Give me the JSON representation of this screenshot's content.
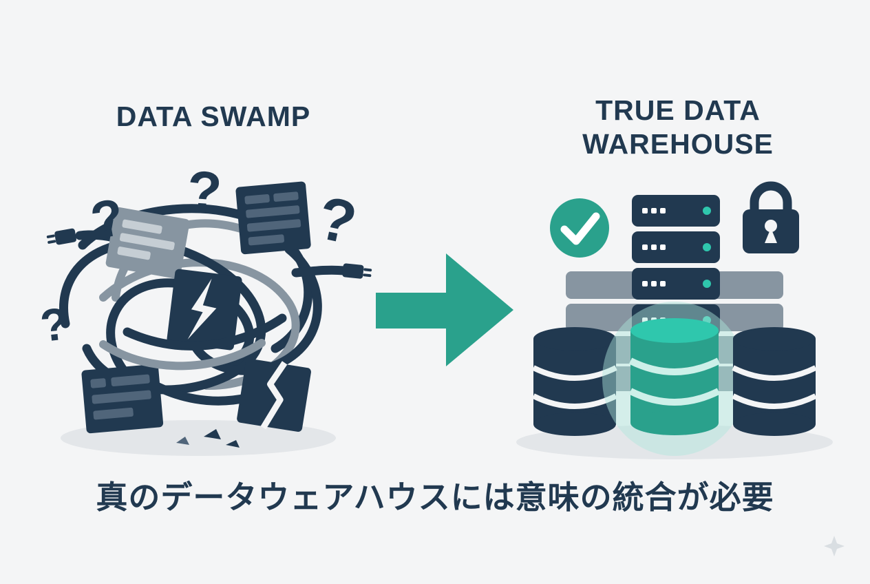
{
  "colors": {
    "bg": "#f4f5f6",
    "navy": "#213950",
    "slate": "#50657a",
    "gray": "#8795a1",
    "gray_light": "#c6ced4",
    "teal": "#2aa18c",
    "teal_bright": "#2fc7ad",
    "teal_pale": "#cdf0e9",
    "shadow": "#e3e6e9",
    "white": "#ffffff"
  },
  "left_panel": {
    "title": "DATA SWAMP",
    "question_mark": "?"
  },
  "right_panel": {
    "title_line1": "TRUE DATA",
    "title_line2": "WAREHOUSE"
  },
  "caption": "真のデータウェアハウスには意味の統合が必要"
}
